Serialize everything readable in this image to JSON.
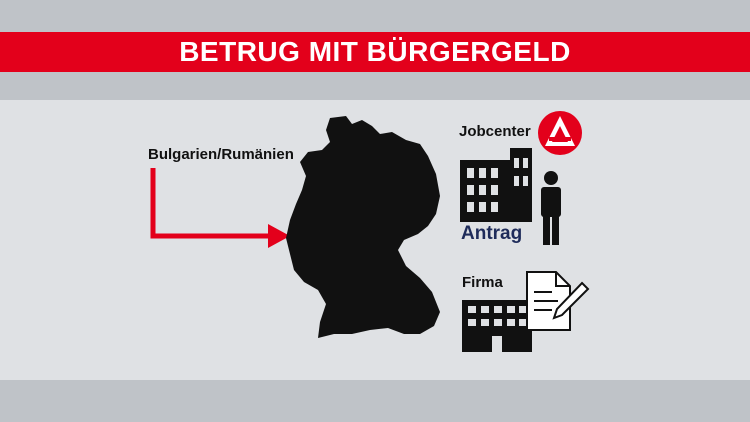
{
  "header": {
    "title": "BETRUG MIT BÜRGERGELD"
  },
  "diagram": {
    "origin_label": "Bulgarien/Rumänien",
    "jobcenter_label": "Jobcenter",
    "application_label": "Antrag",
    "company_label": "Firma"
  },
  "colors": {
    "accent_red": "#e3001b",
    "background": "#dfe1e4",
    "band_gray": "#bfc3c8",
    "dark": "#111111",
    "antrag_navy": "#1e2b5a"
  },
  "icons": [
    "germany-map-icon",
    "arrow-icon",
    "agency-logo-icon",
    "office-building-icon",
    "person-icon",
    "company-building-icon",
    "document-icon",
    "pencil-icon"
  ]
}
